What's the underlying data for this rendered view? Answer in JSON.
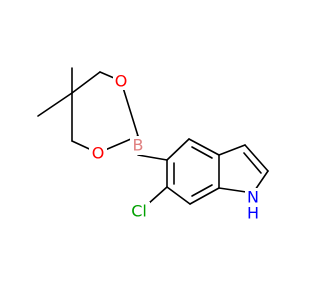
{
  "colors": {
    "background": "#ffffff",
    "bond": "#000000",
    "oxygen": "#ff0000",
    "boron": "#e08080",
    "chlorine": "#00a000",
    "nitrogen": "#0000ff"
  },
  "atoms": {
    "o1": "O",
    "o2": "O",
    "b": "B",
    "cl": "Cl",
    "n": "N",
    "nh": "H"
  }
}
